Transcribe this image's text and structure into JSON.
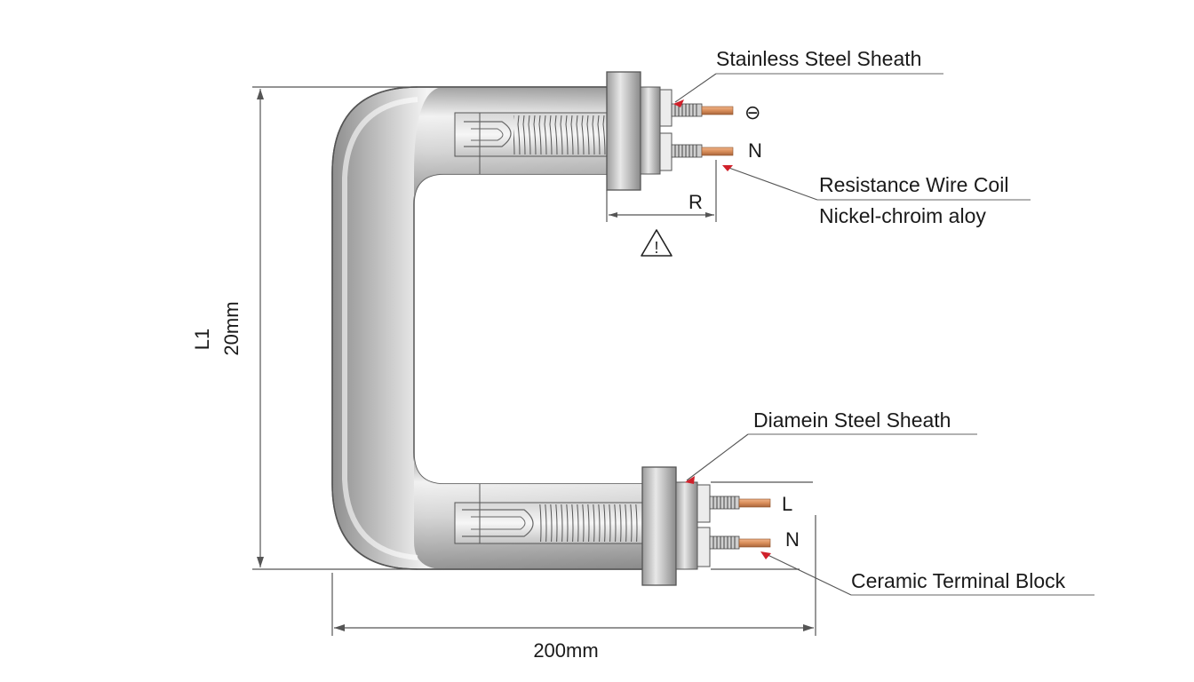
{
  "labels": {
    "top_sheath": "Stainless Steel Sheath",
    "coil": "Resistance Wire Coil",
    "coil_material": "Nickel-chroim aloy",
    "bottom_sheath": "Diamein  Steel Sheath",
    "terminal_block": "Ceramic Terminal Block"
  },
  "terminals": {
    "top_upper": "⊖",
    "top_lower": "N",
    "bottom_upper": "L",
    "bottom_lower": "N"
  },
  "dimensions": {
    "width": "200mm",
    "height_name": "L1",
    "height_value": "20mm",
    "radius": "R"
  },
  "warning_symbol": "!",
  "colors": {
    "pipe_dark": "#8e8e8e",
    "pipe_light": "#f4f4f4",
    "copper": "#d98e5a",
    "arrow_red": "#d0202a"
  }
}
